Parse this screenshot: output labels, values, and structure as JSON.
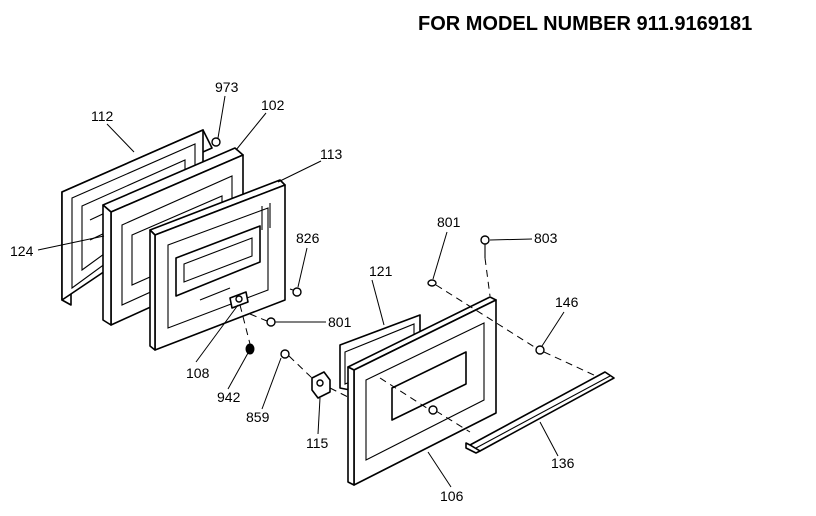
{
  "title": "FOR MODEL NUMBER 911.9169181",
  "labels": {
    "p973": "973",
    "p112": "112",
    "p102": "102",
    "p113": "113",
    "p124": "124",
    "p826": "826",
    "p801a": "801",
    "p803": "803",
    "p121": "121",
    "p146": "146",
    "p801b": "801",
    "p108": "108",
    "p942": "942",
    "p859": "859",
    "p115": "115",
    "p136": "136",
    "p106": "106"
  }
}
